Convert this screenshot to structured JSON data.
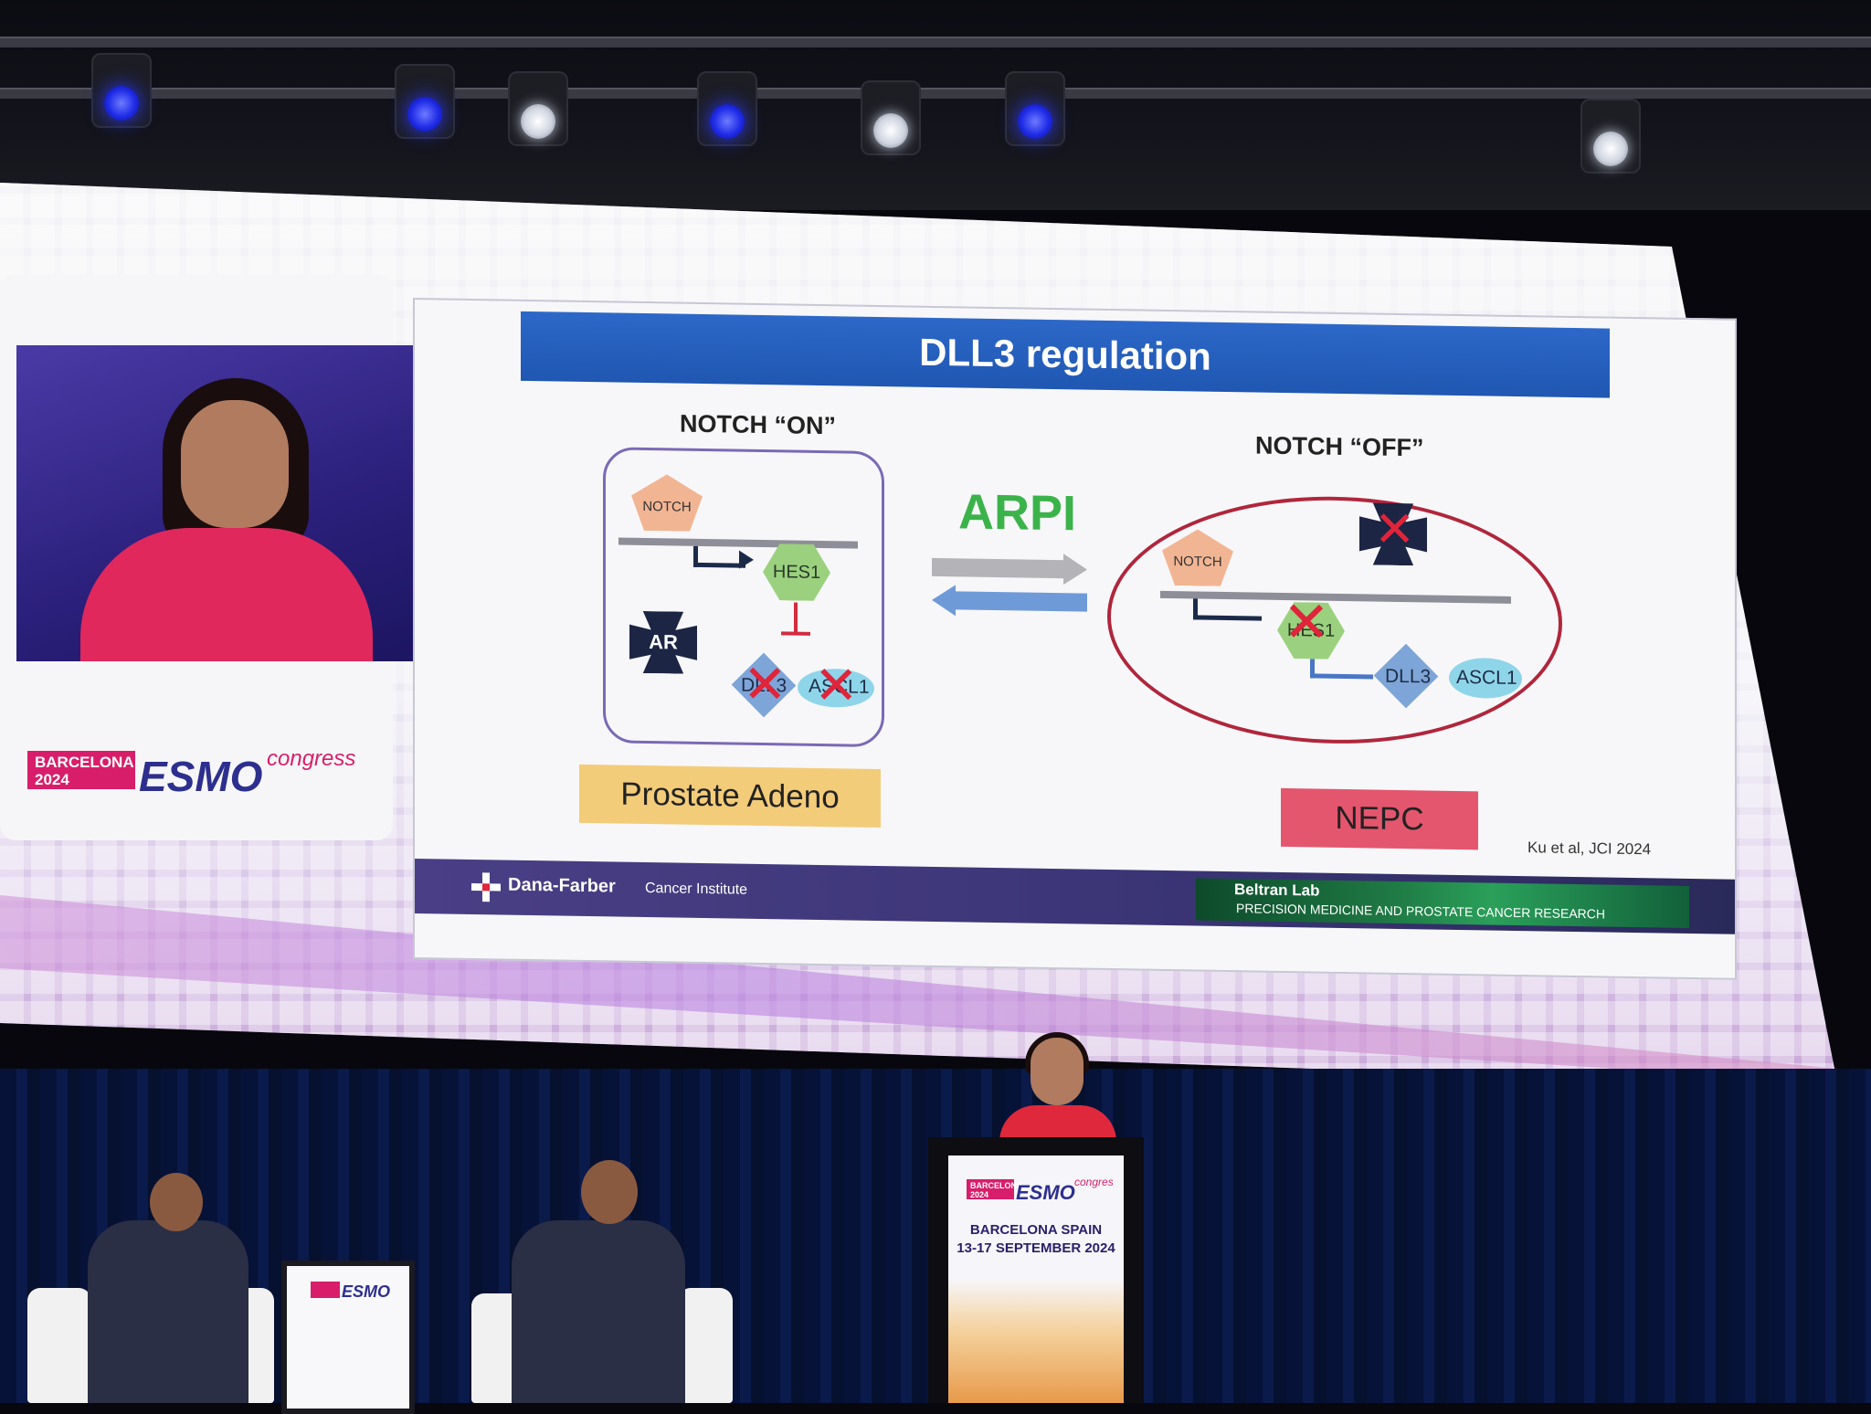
{
  "slide": {
    "title": "DLL3 regulation",
    "notch_on_label": "NOTCH “ON”",
    "notch_off_label": "NOTCH “OFF”",
    "arpi_label": "ARPI",
    "on_state": {
      "notch": "NOTCH",
      "hes1": "HES1",
      "ar": "AR",
      "dll3": "DLL3",
      "ascl1": "ASCL1"
    },
    "off_state": {
      "notch": "NOTCH",
      "hes1": "HES1",
      "dll3": "DLL3",
      "ascl1": "ASCL1"
    },
    "prostate_label": "Prostate Adeno",
    "nepc_label": "NEPC",
    "citation": "Ku et al, JCI 2024",
    "footer": {
      "institute_name": "Dana-Farber",
      "institute_sub": "Cancer Institute",
      "lab_name": "Beltran Lab",
      "lab_sub": "PRECISION MEDICINE AND PROSTATE CANCER RESEARCH"
    },
    "colors": {
      "title_bar": "#2462c0",
      "arpi": "#3bb34a",
      "prostate_box": "#f3cc7a",
      "nepc_box": "#e4566e",
      "off_ellipse": "#b0263c"
    }
  },
  "congress": {
    "city": "BARCELONA",
    "year": "2024",
    "brand": "ESMO",
    "word": "congress",
    "location": "BARCELONA SPAIN",
    "dates": "13-17 SEPTEMBER 2024"
  }
}
